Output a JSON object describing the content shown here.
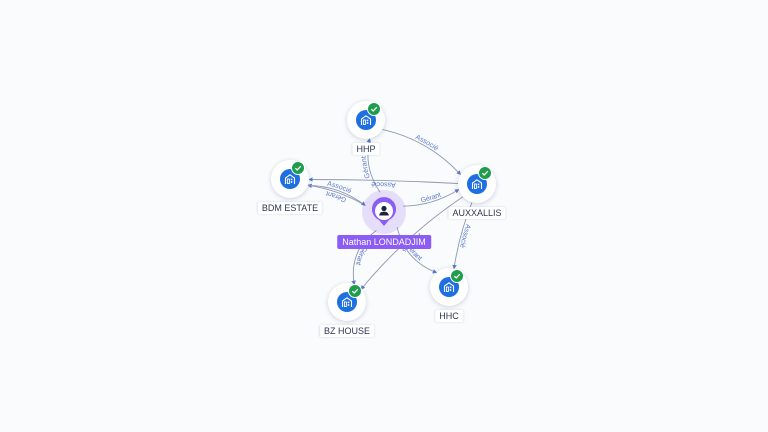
{
  "graph": {
    "person": {
      "name": "Nathan LONDADJIM",
      "icon": "user-icon",
      "color": "#8b5cf6"
    },
    "companies": [
      {
        "id": "hhp",
        "name": "HHP",
        "icon": "company-building-icon",
        "verified": true
      },
      {
        "id": "bdm",
        "name": "BDM ESTATE",
        "icon": "company-building-icon",
        "verified": true
      },
      {
        "id": "aux",
        "name": "AUXXALLIS",
        "icon": "company-building-icon",
        "verified": true
      },
      {
        "id": "hhc",
        "name": "HHC",
        "icon": "company-building-icon",
        "verified": true
      },
      {
        "id": "bzh",
        "name": "BZ HOUSE",
        "icon": "company-building-icon",
        "verified": true
      }
    ],
    "relations": [
      {
        "from": "person",
        "to": "hhp",
        "label": "Gérant"
      },
      {
        "from": "person",
        "to": "bdm",
        "label": "Gérant"
      },
      {
        "from": "bdm",
        "to": "person",
        "label": "Associé"
      },
      {
        "from": "person",
        "to": "aux",
        "label": "Gérant"
      },
      {
        "from": "person",
        "to": "hhc",
        "label": "Gérant"
      },
      {
        "from": "person",
        "to": "bzh",
        "label": "Gérant"
      },
      {
        "from": "hhp",
        "to": "aux",
        "label": "Associé"
      },
      {
        "from": "aux",
        "to": "bdm",
        "label": "Associé"
      },
      {
        "from": "aux",
        "to": "hhc",
        "label": "Associé"
      },
      {
        "from": "aux",
        "to": "bzh",
        "label": "Associé"
      }
    ],
    "colors": {
      "company_node": "#1e6fe0",
      "verified_badge": "#1f9d4e",
      "edge": "#8e98b0",
      "edge_label": "#5a79c8"
    }
  }
}
